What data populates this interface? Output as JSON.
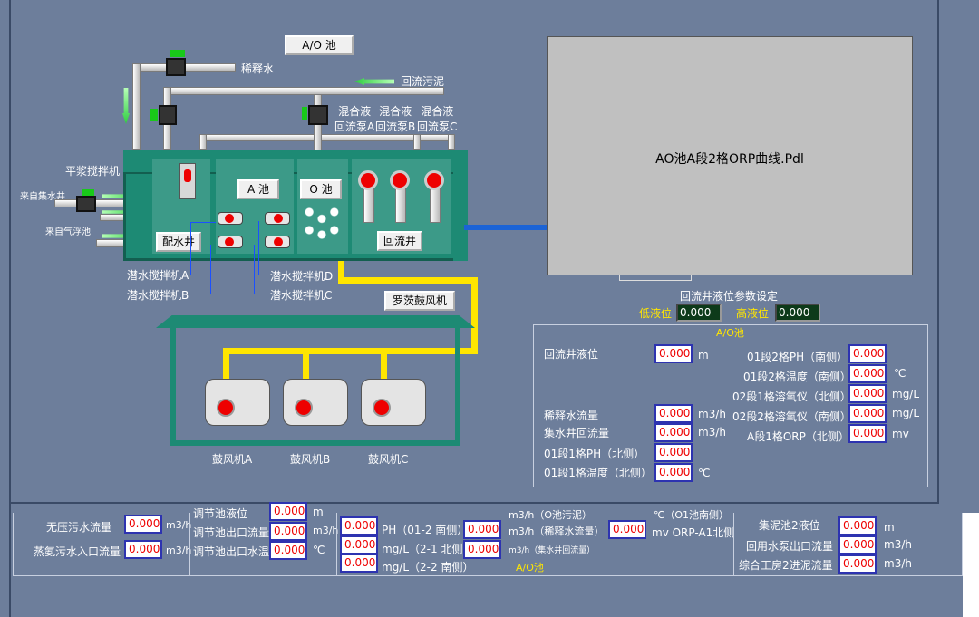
{
  "title_button": "A/O 池",
  "pipes": {
    "dilution": "稀释水",
    "return_sludge": "回流污泥",
    "mix_a": "混合液\n回流泵A",
    "mix_b": "混合液\n回流泵B",
    "mix_c": "混合液\n回流泵C"
  },
  "left_labels": {
    "slurry_mixer": "平浆搅拌机",
    "from_sump": "来自集水井",
    "from_gas": "来自气浮池"
  },
  "tank_labels": {
    "distribution": "配水井",
    "a_pool": "A 池",
    "o_pool": "O 池",
    "return_well": "回流井"
  },
  "mixers": {
    "a": "潜水搅拌机A",
    "b": "潜水搅拌机B",
    "c": "潜水搅拌机C",
    "d": "潜水搅拌机D"
  },
  "blower_room": "罗茨鼓风机",
  "blowers": {
    "a": "鼓风机A",
    "b": "鼓风机B",
    "c": "鼓风机C"
  },
  "chart_panel": {
    "text": "AO池A段2格ORP曲线.Pdl"
  },
  "level_settings": {
    "title": "回流井液位参数设定",
    "low_label": "低液位",
    "low_value": "0.000",
    "high_label": "高液位",
    "high_value": "0.000"
  },
  "ao_panel": {
    "title": "A/O池",
    "left": [
      {
        "label": "回流井液位",
        "value": "0.000",
        "unit": "m"
      },
      {
        "label": "稀释水流量",
        "value": "0.000",
        "unit": "m3/h"
      },
      {
        "label": "集水井回流量",
        "value": "0.000",
        "unit": "m3/h"
      },
      {
        "label": "01段1格PH（北侧）",
        "value": "0.000",
        "unit": ""
      },
      {
        "label": "01段1格温度（北侧）",
        "value": "0.000",
        "unit": "℃"
      }
    ],
    "right": [
      {
        "label": "01段2格PH（南侧）",
        "value": "0.000",
        "unit": ""
      },
      {
        "label": "01段2格温度（南侧）",
        "value": "0.000",
        "unit": "℃"
      },
      {
        "label": "02段1格溶氧仪（北侧）",
        "value": "0.000",
        "unit": "mg/L"
      },
      {
        "label": "02段2格溶氧仪（南侧）",
        "value": "0.000",
        "unit": "mg/L"
      },
      {
        "label": "A段1格ORP（北侧）",
        "value": "0.000",
        "unit": "mv"
      }
    ]
  },
  "bottom": {
    "c1": [
      {
        "label": "无压污水流量",
        "value": "0.000",
        "unit": "m3/h"
      },
      {
        "label": "蒸氨污水入口流量",
        "value": "0.000",
        "unit": "m3/h"
      }
    ],
    "c2_partial": {
      "label": "调节池液位",
      "value": "0.000",
      "unit": "m"
    },
    "c2": [
      {
        "label": "调节池出口流量",
        "value": "0.000",
        "unit": "m3/h"
      },
      {
        "label": "调节池出口水温",
        "value": "0.000",
        "unit": "℃"
      }
    ],
    "c3_values": [
      "0.000",
      "0.000",
      "0.000"
    ],
    "c3_labels": [
      "PH（01-2 南侧）",
      "mg/L（2-1 北侧）",
      "mg/L（2-2 南侧）"
    ],
    "c4_partial": "m3/h（O池污泥）",
    "c4": [
      {
        "value": "0.000",
        "label": "m3/h（稀释水流量）"
      },
      {
        "value": "0.000",
        "label": "m3/h（集水井回流量）"
      }
    ],
    "c4_title": "A/O池",
    "c5_partial": "℃（O1池南侧）",
    "c5_value": "0.000",
    "c5_label": "mv ORP-A1北侧",
    "c6": [
      {
        "label": "集泥池2液位",
        "value": "0.000",
        "unit": "m"
      },
      {
        "label": "回用水泵出口流量",
        "value": "0.000",
        "unit": "m3/h"
      },
      {
        "label": "综合工房2进泥流量",
        "value": "0.000",
        "unit": "m3/h"
      }
    ]
  }
}
